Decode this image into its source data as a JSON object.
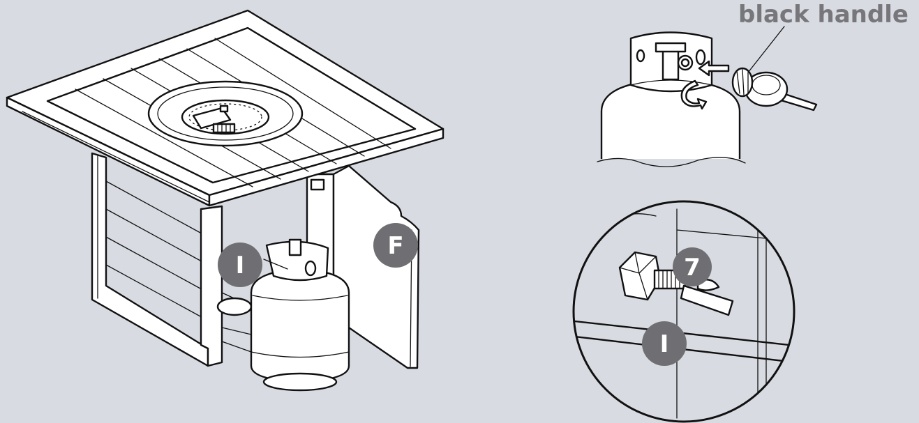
{
  "callout": {
    "label": "black handle"
  },
  "badges": {
    "main_tank": "I",
    "main_door": "F",
    "detail_bolt": "7",
    "detail_bracket": "I"
  },
  "colors": {
    "background": "#d8dbe2",
    "badge": "#6f6f73",
    "callout_text": "#77777b",
    "line": "#111111",
    "fill": "#ffffff"
  },
  "icons": {
    "insertion_arrow": "arrow-left-icon",
    "rotation_arrow": "rotate-arrow-icon"
  }
}
